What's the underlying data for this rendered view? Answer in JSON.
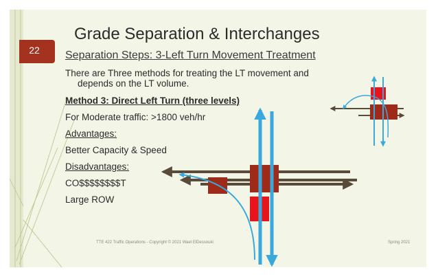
{
  "slide": {
    "number": "22",
    "title": "Grade Separation & Interchanges",
    "subtitle": "Separation Steps: 3-Left Turn Movement Treatment",
    "intro_line1": "There are Three methods for treating the LT movement and",
    "intro_line2": "depends on the LT volume.",
    "method": "Method 3: Direct Left Turn (three levels)",
    "traffic": "For Moderate  traffic:   >1800 veh/hr",
    "advantages_heading": "Advantages:",
    "advantage_1": "Better Capacity  & Speed",
    "disadvantages_heading": "Disadvantages:",
    "disadvantage_1": "CO$$$$$$$$T",
    "disadvantage_2": "Large ROW"
  },
  "footer": {
    "left": "TTE 422 Traffic Operations -  Copyright © 2021 Wael ElDessouki",
    "right": "Spring 2021"
  },
  "colors": {
    "accent": "#a3331e",
    "road": "#5a4a3a",
    "arrow_blue": "#3aa8dc",
    "box_red": "#e8141c",
    "box_brown": "#9e2a1a"
  }
}
